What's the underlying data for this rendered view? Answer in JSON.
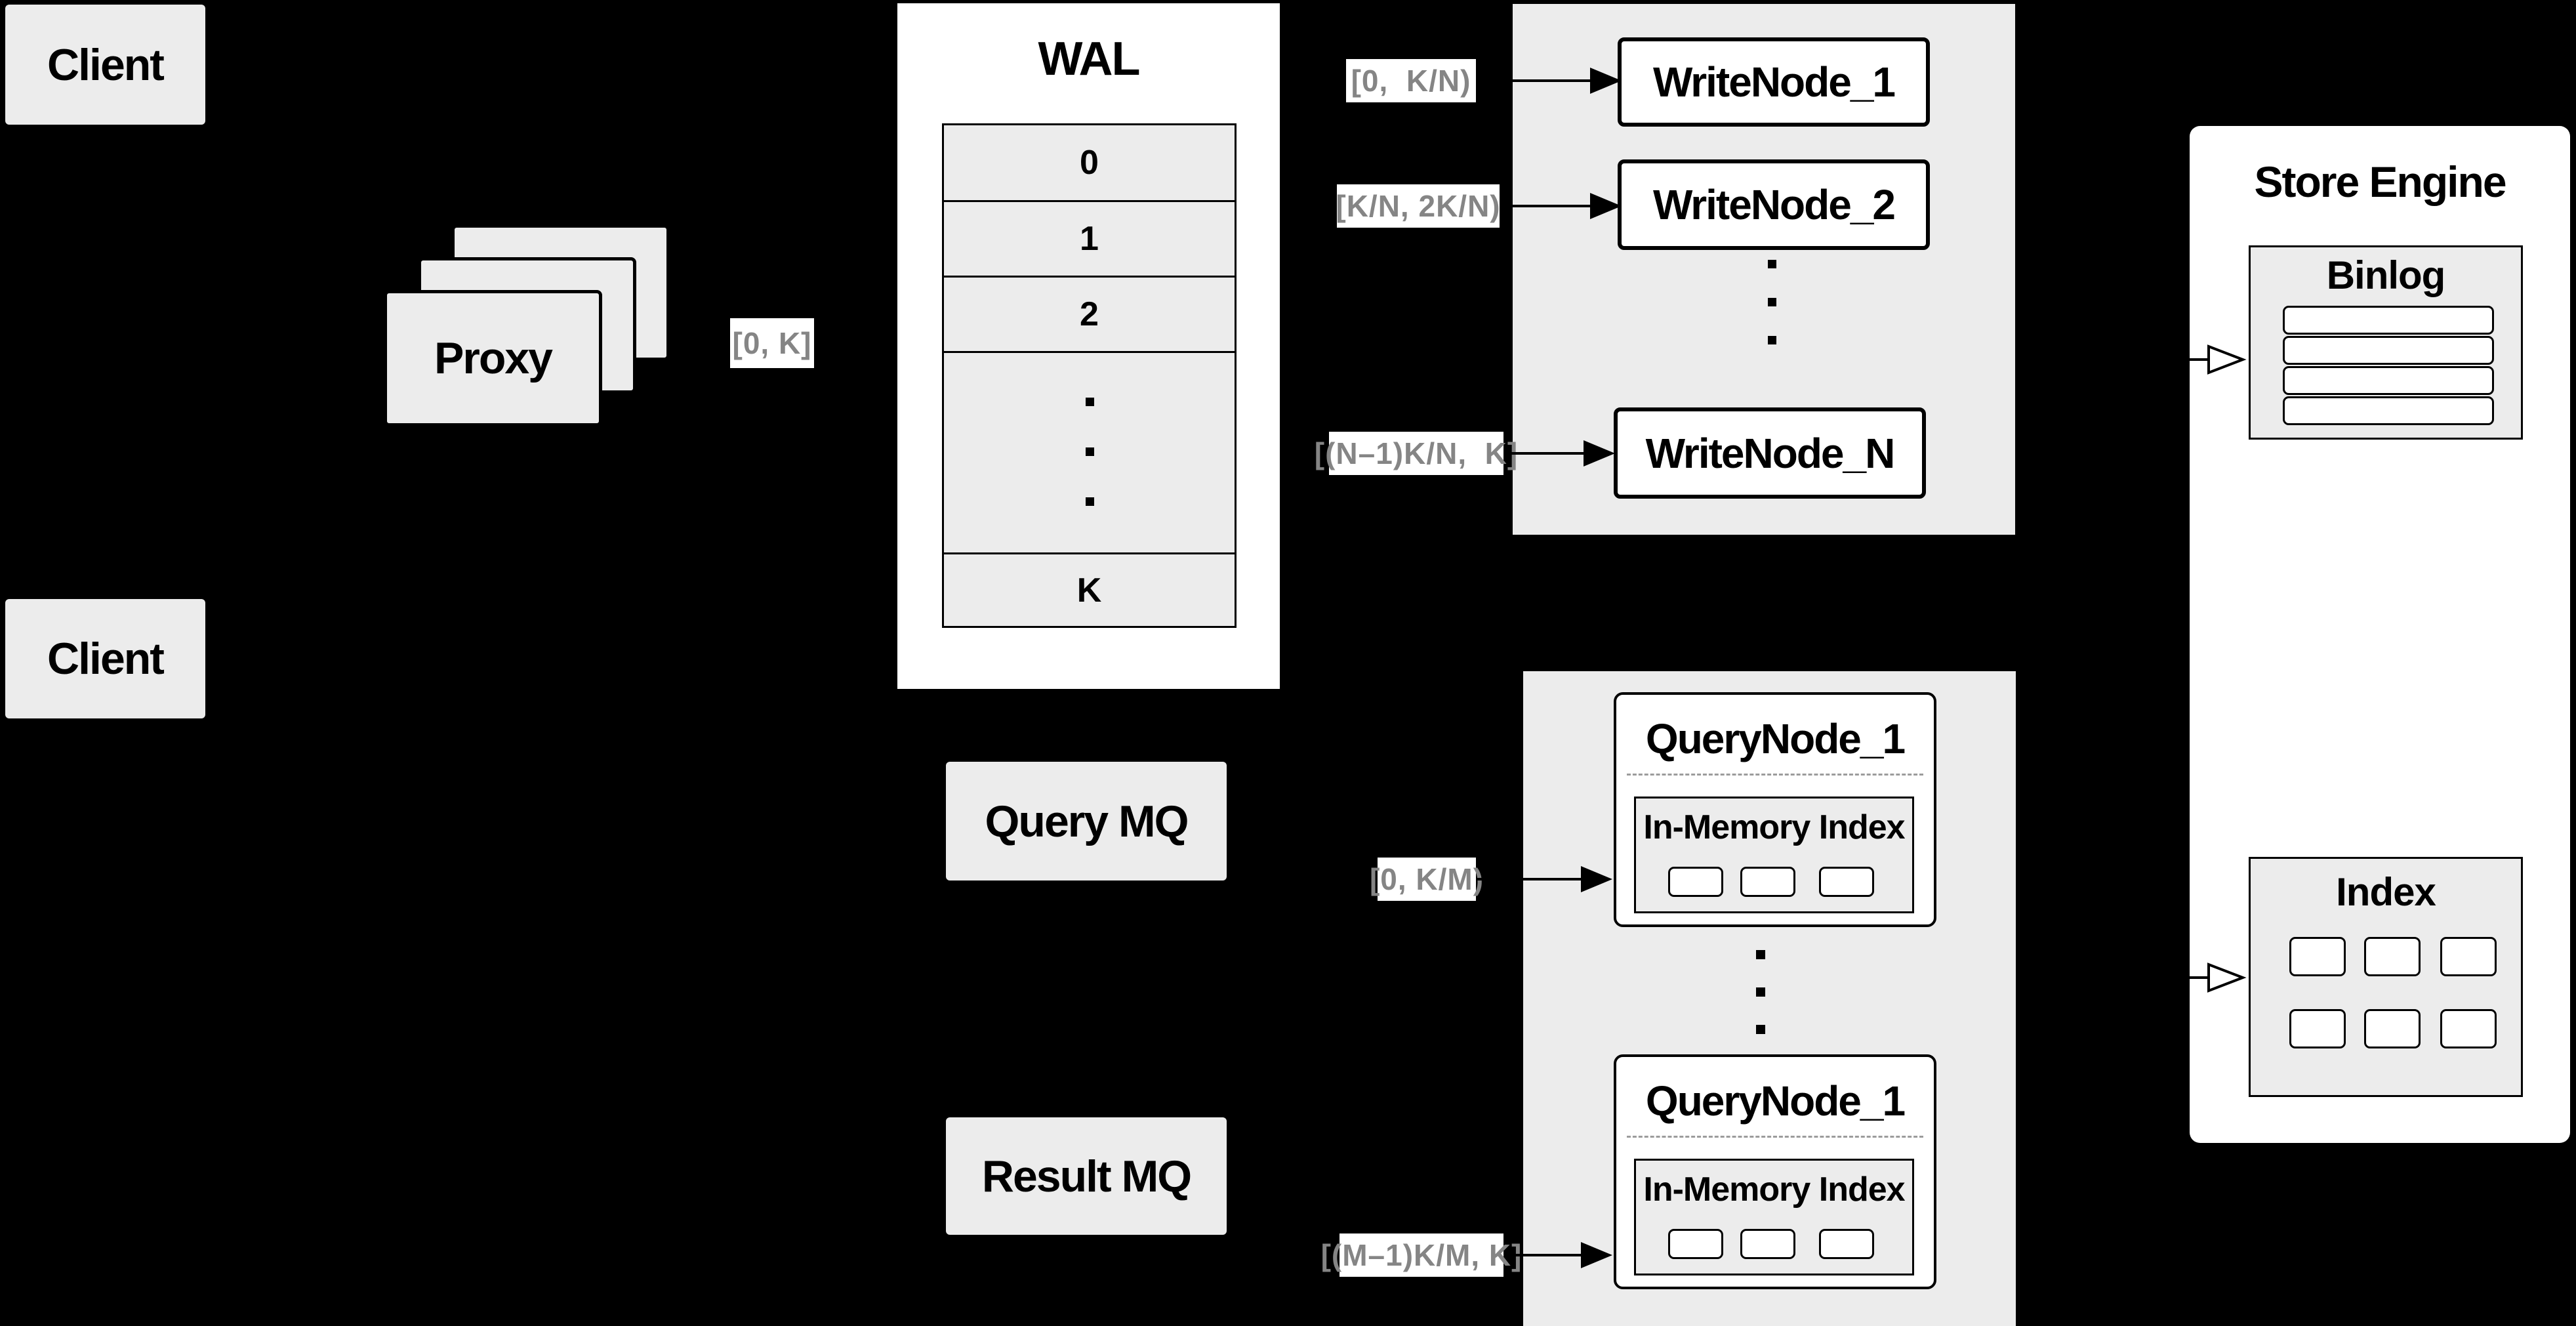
{
  "colors": {
    "background": "#000000",
    "panel_gray": "#ececec",
    "card_white": "#ffffff",
    "ink": "#000000",
    "range_text": "#858585"
  },
  "clients": {
    "top": "Client",
    "bottom": "Client"
  },
  "proxy": {
    "label": "Proxy",
    "range": "[0, K]"
  },
  "wal": {
    "title": "WAL",
    "segments": [
      "0",
      "1",
      "2",
      "K"
    ]
  },
  "write_cluster": {
    "nodes": [
      {
        "label": "WriteNode_1",
        "range": "[0,  K/N)"
      },
      {
        "label": "WriteNode_2",
        "range": "[K/N, 2K/N)"
      },
      {
        "label": "WriteNode_N",
        "range": "[(N–1)K/N,  K]"
      }
    ]
  },
  "mq": {
    "query": "Query MQ",
    "result": "Result MQ"
  },
  "query_cluster": {
    "nodes": [
      {
        "label": "QueryNode_1",
        "inner_title": "In-Memory Index",
        "range": "[0, K/M)"
      },
      {
        "label": "QueryNode_1",
        "inner_title": "In-Memory Index",
        "range": "[(M–1)K/M, K]"
      }
    ]
  },
  "store_engine": {
    "title": "Store Engine",
    "binlog": "Binlog",
    "index": "Index"
  }
}
